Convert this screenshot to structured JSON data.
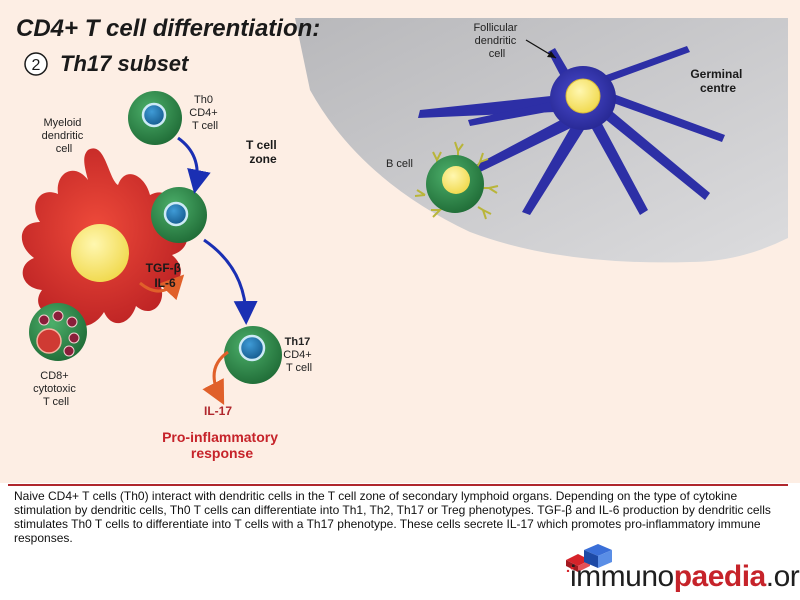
{
  "title": {
    "line1": "CD4+ T cell differentiation:",
    "number": "2",
    "line2": "Th17 subset"
  },
  "labels": {
    "myeloid_dc": [
      "Myeloid",
      "dendritic",
      "cell"
    ],
    "th0": [
      "Th0",
      "CD4+",
      "T cell"
    ],
    "t_cell_zone": [
      "T cell",
      "zone"
    ],
    "follicular_dc": [
      "Follicular",
      "dendritic",
      "cell"
    ],
    "germinal_centre": [
      "Germinal",
      "centre"
    ],
    "b_cell": "B cell",
    "tgf": "TGF-β",
    "il6": "IL-6",
    "th17_bold": "Th17",
    "th17_rest": [
      "CD4+",
      "T cell"
    ],
    "cd8": [
      "CD8+",
      "cytotoxic",
      "T cell"
    ],
    "il17": "IL-17",
    "response": [
      "Pro-inflammatory",
      "response"
    ]
  },
  "caption": "Naive CD4+ T cells (Th0) interact with dendritic cells in the T cell zone of secondary lymphoid organs. Depending on the type of cytokine stimulation by dendritic cells, Th0 T cells can differentiate into Th1, Th2, Th17 or Treg phenotypes.  TGF-β and IL-6 production by dendritic cells stimulates Th0 T cells to differentiate into T cells with a Th17 phenotype. These cells secrete IL-17 which promotes pro-inflammatory immune responses.",
  "logo": {
    "part1": "immuno",
    "part2": "paedia",
    "part3": ".org"
  },
  "colors": {
    "background": "#fdeee4",
    "germinal": "#c4c4c6",
    "dendritic_red": "#d52b2b",
    "follicular_blue": "#2d2fa6",
    "t_cell_green": "#2f8a48",
    "nucleus_teal": "#1f6ea6",
    "nucleus_yellow": "#f5e36a",
    "arrow_blue": "#1a2fb3",
    "arrow_orange": "#e0602a",
    "accent_red": "#c6232a"
  }
}
